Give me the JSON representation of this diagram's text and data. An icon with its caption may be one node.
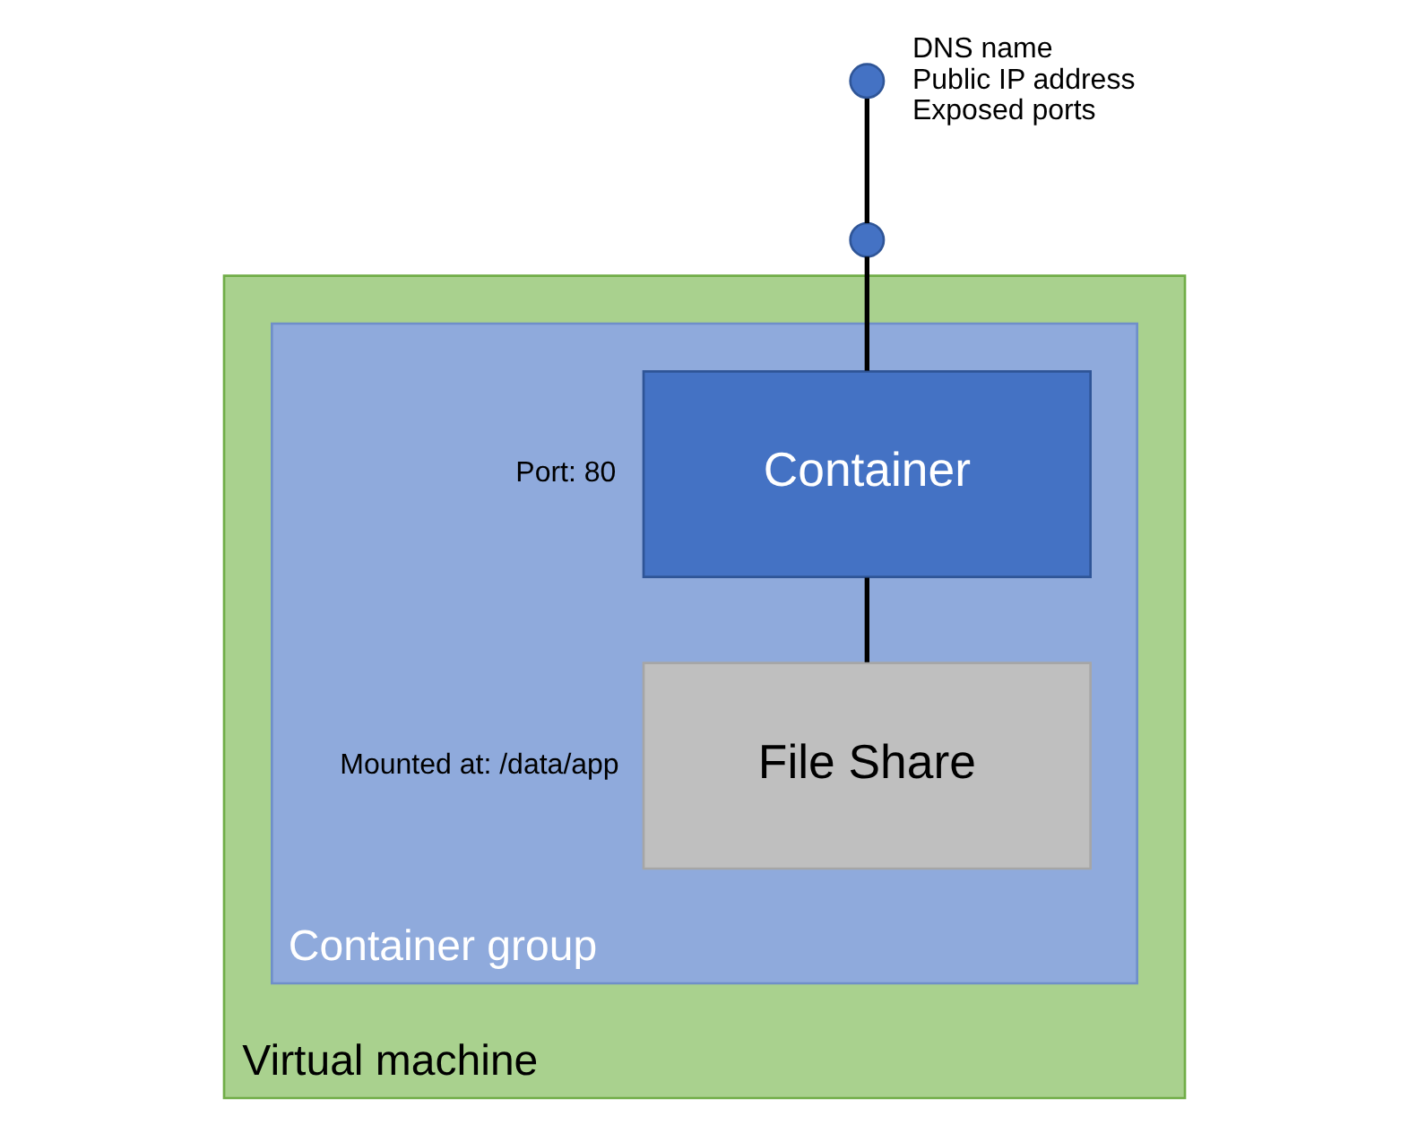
{
  "diagram": {
    "nodes": [
      {
        "text": [
          "Virtual machine"
        ]
      },
      {
        "text": [
          "Container group"
        ],
        "in": 0
      },
      {
        "text": [],
        "shape": "circle",
        "beside": [
          "DNS name",
          "Public IP address",
          "Exposed ports"
        ]
      },
      {
        "text": [],
        "shape": "circle"
      },
      {
        "text": [
          "Container"
        ],
        "in": 1,
        "beside": [
          "Port: 80"
        ]
      },
      {
        "text": [
          "File Share"
        ],
        "in": 1,
        "beside": [
          "Mounted at: /data/app"
        ]
      }
    ],
    "edges": [
      {
        "from": 2,
        "to": 3,
        "arrow": "none"
      },
      {
        "from": 3,
        "to": 4,
        "arrow": "none"
      },
      {
        "from": 4,
        "to": 5,
        "arrow": "none"
      }
    ]
  }
}
